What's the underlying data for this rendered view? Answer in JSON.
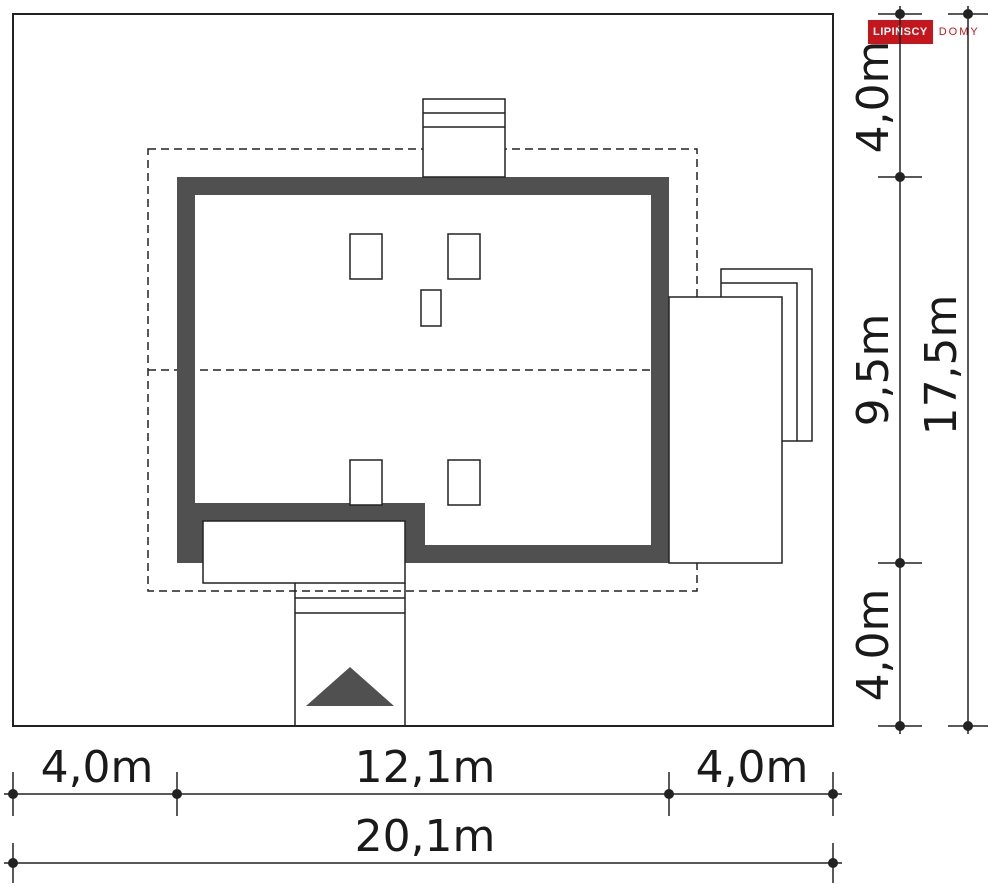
{
  "logo": {
    "brand_left": "LIPIŃSCY",
    "brand_right": "DOMY",
    "brand_color": "#c4161c"
  },
  "dimensions": {
    "top_setback": "4,0m",
    "house_depth": "9,5m",
    "bottom_setback": "4,0m",
    "total_depth": "17,5m",
    "left_setback": "4,0m",
    "house_width": "12,1m",
    "right_setback": "4,0m",
    "total_width": "20,1m"
  },
  "colors": {
    "wall": "#505050",
    "line": "#222222",
    "entrance_arrow": "#505050"
  }
}
